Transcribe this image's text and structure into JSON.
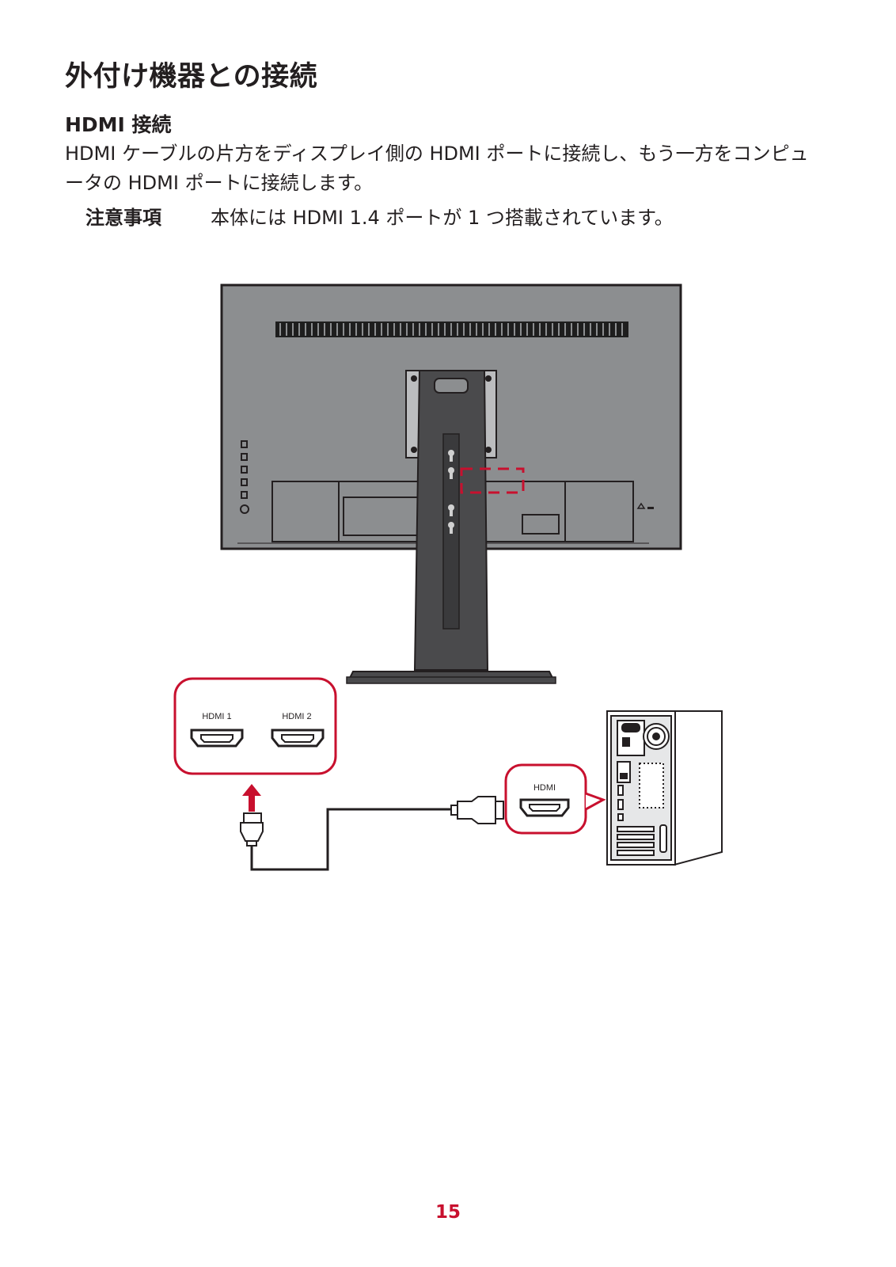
{
  "document": {
    "page_title": "外付け機器との接続",
    "section_title": "HDMI 接続",
    "body": "HDMI ケーブルの片方をディスプレイ側の HDMI ポートに接続し、もう一方をコンピュータの HDMI ポートに接続します。",
    "note": {
      "label": "注意事項",
      "text": "本体には HDMI 1.4 ポートが 1 つ搭載されています。"
    },
    "page_number": "15"
  },
  "diagram": {
    "monitor_ports": {
      "port1": "HDMI 1",
      "port2": "HDMI 2"
    },
    "pc_port": "HDMI",
    "colors": {
      "accent_red": "#c8102e",
      "monitor_body": "#8c8e90",
      "stand": "#4a4a4c",
      "outline": "#231f20"
    }
  }
}
